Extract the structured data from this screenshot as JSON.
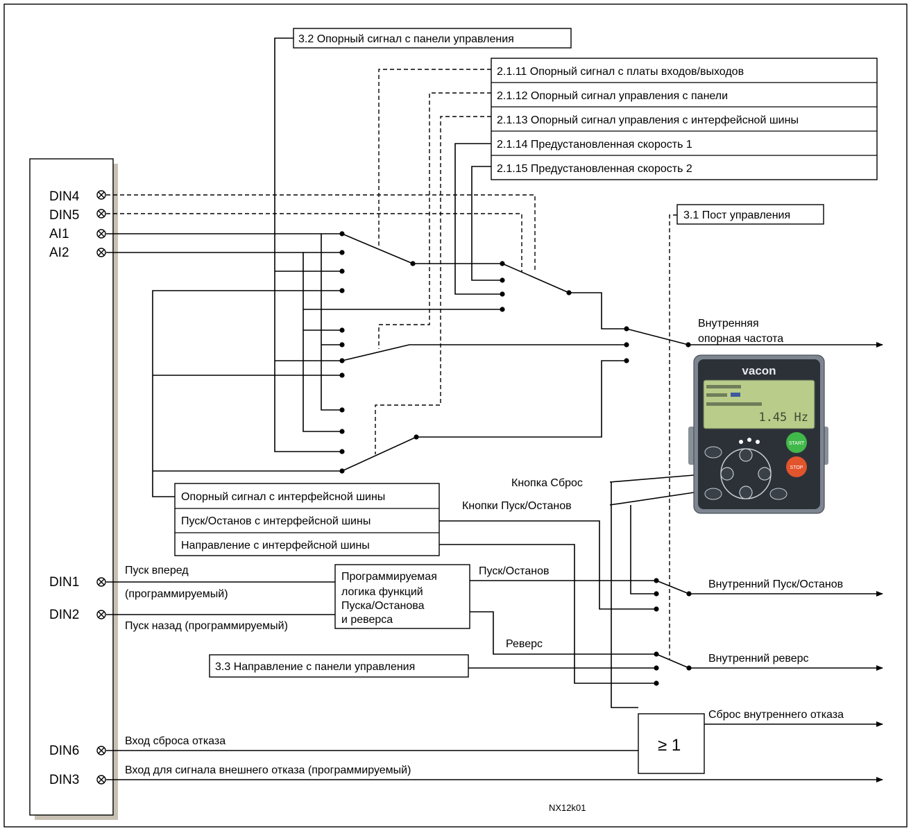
{
  "param_boxes": {
    "panel_ref": "3.2 Опорный сигнал с панели управления",
    "io_ref": "2.1.11 Опорный сигнал с платы входов/выходов",
    "keypad_ctrl_ref": "2.1.12 Опорный сигнал управления с панели",
    "fieldbus_ctrl_ref": "2.1.13 Опорный сигнал управления с интерфейсной шины",
    "preset_speed_1": "2.1.14 Предустановленная скорость 1",
    "preset_speed_2": "2.1.15 Предустановленная скорость 2",
    "control_place": "3.1 Пост управления",
    "panel_direction": "3.3 Направление с панели управления"
  },
  "terminals": {
    "din4": "DIN4",
    "din5": "DIN5",
    "ai1": "AI1",
    "ai2": "AI2",
    "din1": "DIN1",
    "din2": "DIN2",
    "din6": "DIN6",
    "din3": "DIN3"
  },
  "fieldbus_boxes": {
    "ref": "Опорный сигнал с интерфейсной шины",
    "start_stop": "Пуск/Останов с интерфейсной шины",
    "direction": "Направление с интерфейсной шины"
  },
  "logic_box": {
    "lines": [
      "Программируемая",
      "логика функций",
      "Пуска/Останова",
      "и реверса"
    ]
  },
  "labels": {
    "start_forward": "Пуск вперед",
    "programmable": "(программируемый)",
    "start_reverse": "Пуск назад (программируемый)",
    "start_stop": "Пуск/Останов",
    "reverse": "Реверс",
    "reset_button": "Кнопка Сброс",
    "start_stop_buttons": "Кнопки Пуск/Останов",
    "internal_freq_1": "Внутренняя",
    "internal_freq_2": "опорная частота",
    "internal_start_stop": "Внутренний Пуск/Останов",
    "internal_reverse": "Внутренний реверс",
    "internal_fault_reset": "Сброс внутреннего отказа",
    "fault_reset_input": "Вход сброса отказа",
    "ext_fault_input": "Вход для сигнала внешнего отказа (программируемый)",
    "or_gate": "≥ 1",
    "figure_code": "NX12k01"
  },
  "keypad": {
    "brand": "vacon",
    "display_reading": "1.45 Hz",
    "start_key": "START",
    "stop_key": "STOP"
  }
}
